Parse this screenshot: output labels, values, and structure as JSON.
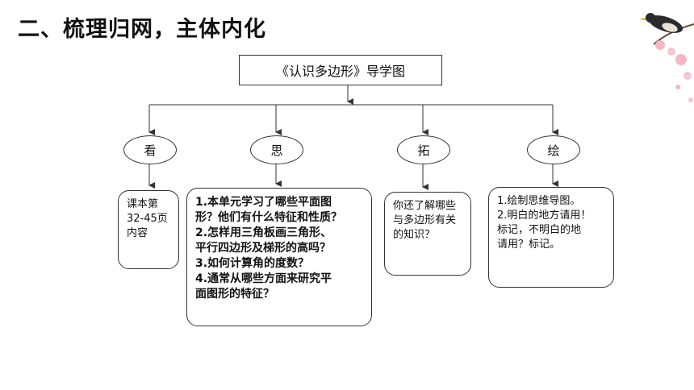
{
  "page": {
    "title": "二、梳理归网，主体内化"
  },
  "diagram": {
    "root": "《认识多边形》导学图",
    "branches": [
      {
        "label": "看",
        "content": [
          "课本第",
          "32-45页",
          "内容"
        ]
      },
      {
        "label": "思",
        "content": [
          "1.本单元学习了哪些平面图",
          "形？他们有什么特征和性质？",
          "2.怎样用三角板画三角形、",
          "平行四边形及梯形的高吗？",
          "3.如何计算角的度数？",
          "4.通常从哪些方面来研究平",
          "面图形的特征？"
        ]
      },
      {
        "label": "拓",
        "content": [
          "你还了解哪些",
          "与多边形有关",
          "的知识？"
        ]
      },
      {
        "label": "绘",
        "content": [
          "1.绘制思维导图。",
          "2.明白的地方请用！",
          "标记，不明白的地",
          "请用？标记。"
        ]
      }
    ]
  }
}
